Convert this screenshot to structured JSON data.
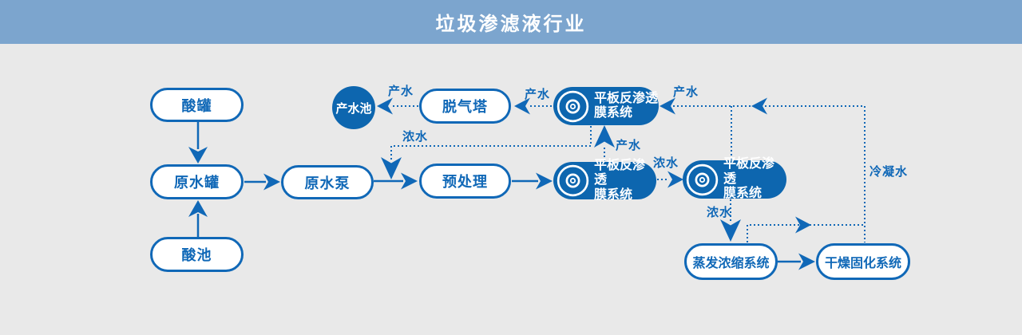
{
  "header": {
    "title": "垃圾渗滤液行业"
  },
  "colors": {
    "header_bg": "#7CA5CE",
    "page_bg": "#E9E9E9",
    "blue": "#1068B7",
    "fill_blue": "#0D66AF",
    "white": "#FFFFFF"
  },
  "nodes": {
    "acid_tank": {
      "label": "酸罐"
    },
    "raw_water_tank": {
      "label": "原水罐"
    },
    "acid_pool": {
      "label": "酸池"
    },
    "raw_water_pump": {
      "label": "原水泵"
    },
    "degassing_tower": {
      "label": "脱气塔"
    },
    "pretreatment": {
      "label": "预处理"
    },
    "product_water_pool": {
      "label": "产水池"
    },
    "ro_top": {
      "line1": "平板反渗透",
      "line2": "膜系统",
      "icon": "membrane-disc-icon"
    },
    "ro_mid": {
      "line1": "平板反渗透",
      "line2": "膜系统",
      "icon": "membrane-disc-icon"
    },
    "ro_right": {
      "line1": "平板反渗透",
      "line2": "膜系统",
      "icon": "membrane-disc-icon"
    },
    "evaporation": {
      "label": "蒸发浓缩系统"
    },
    "drying": {
      "label": "干燥固化系统"
    }
  },
  "edge_labels": {
    "permeate_degasser_to_pool": "产水",
    "permeate_ro_top_to_degasser": "产水",
    "permeate_into_ro_top": "产水",
    "permeate_ro_mid_to_ro_top": "产水",
    "concentrate_ro_top_return": "浓水",
    "concentrate_ro_mid_to_ro_right": "浓水",
    "concentrate_ro_right_to_evaporation": "浓水",
    "condensate": "冷凝水"
  }
}
